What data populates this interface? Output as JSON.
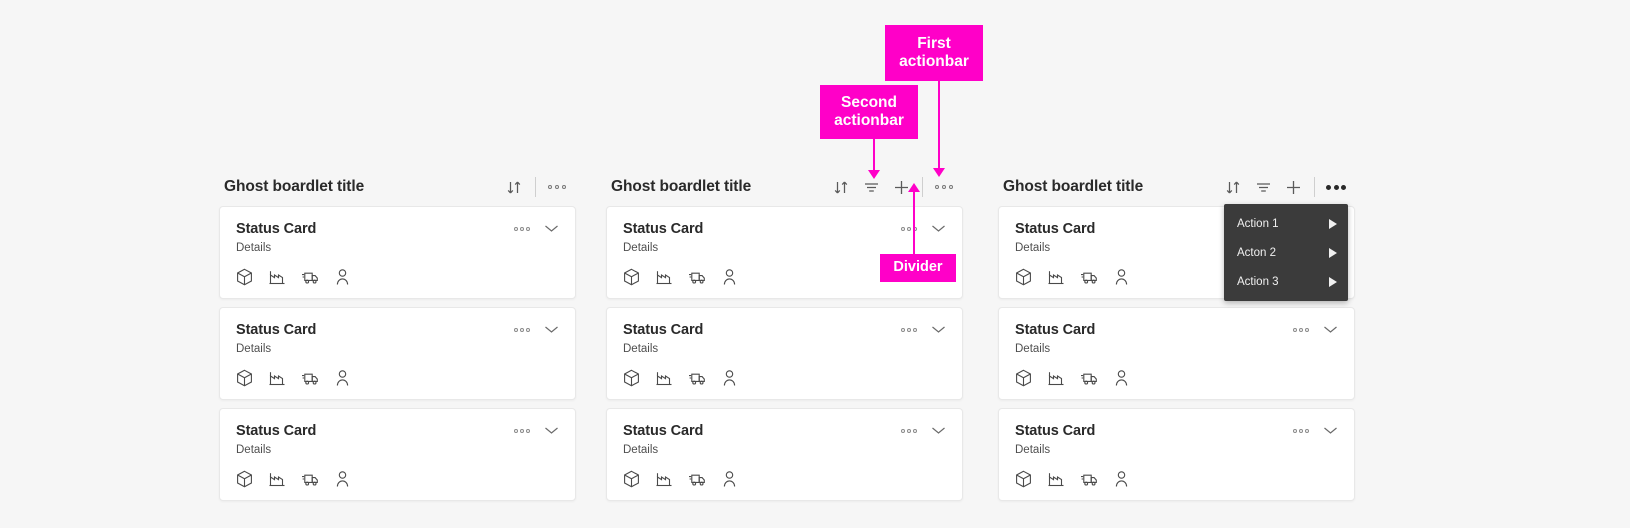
{
  "background_color": "#f6f6f6",
  "accent_color": "#ff00c8",
  "columns": [
    {
      "title": "Ghost boardlet title",
      "actions": [
        "sort-icon",
        "divider",
        "overflow-menu-icon"
      ],
      "overflow_active": false,
      "cards": [
        {
          "title": "Status Card",
          "details": "Details",
          "icons": [
            "package-icon",
            "factory-icon",
            "truck-icon",
            "person-icon"
          ]
        },
        {
          "title": "Status Card",
          "details": "Details",
          "icons": [
            "package-icon",
            "factory-icon",
            "truck-icon",
            "person-icon"
          ]
        },
        {
          "title": "Status Card",
          "details": "Details",
          "icons": [
            "package-icon",
            "factory-icon",
            "truck-icon",
            "person-icon"
          ]
        }
      ]
    },
    {
      "title": "Ghost boardlet title",
      "actions": [
        "sort-icon",
        "filter-icon",
        "add-icon",
        "divider",
        "overflow-menu-icon"
      ],
      "overflow_active": false,
      "cards": [
        {
          "title": "Status Card",
          "details": "Details",
          "icons": [
            "package-icon",
            "factory-icon",
            "truck-icon",
            "person-icon"
          ]
        },
        {
          "title": "Status Card",
          "details": "Details",
          "icons": [
            "package-icon",
            "factory-icon",
            "truck-icon",
            "person-icon"
          ]
        },
        {
          "title": "Status Card",
          "details": "Details",
          "icons": [
            "package-icon",
            "factory-icon",
            "truck-icon",
            "person-icon"
          ]
        }
      ]
    },
    {
      "title": "Ghost boardlet title",
      "actions": [
        "sort-icon",
        "filter-icon",
        "add-icon",
        "divider",
        "overflow-menu-icon"
      ],
      "overflow_active": true,
      "cards": [
        {
          "title": "Status Card",
          "details": "Details",
          "icons": [
            "package-icon",
            "factory-icon",
            "truck-icon",
            "person-icon"
          ]
        },
        {
          "title": "Status Card",
          "details": "Details",
          "icons": [
            "package-icon",
            "factory-icon",
            "truck-icon",
            "person-icon"
          ]
        },
        {
          "title": "Status Card",
          "details": "Details",
          "icons": [
            "package-icon",
            "factory-icon",
            "truck-icon",
            "person-icon"
          ]
        }
      ]
    }
  ],
  "menu": {
    "background_color": "#3b3b3b",
    "items": [
      {
        "label": "Action 1",
        "submenu_icon": "triangle-right-icon"
      },
      {
        "label": "Acton 2",
        "submenu_icon": "triangle-right-icon"
      },
      {
        "label": "Action 3",
        "submenu_icon": "triangle-right-icon"
      }
    ]
  },
  "annotations": {
    "first": "First\nactionbar",
    "first_line1": "First",
    "first_line2": "actionbar",
    "second_line1": "Second",
    "second_line2": "actionbar",
    "divider": "Divider"
  }
}
